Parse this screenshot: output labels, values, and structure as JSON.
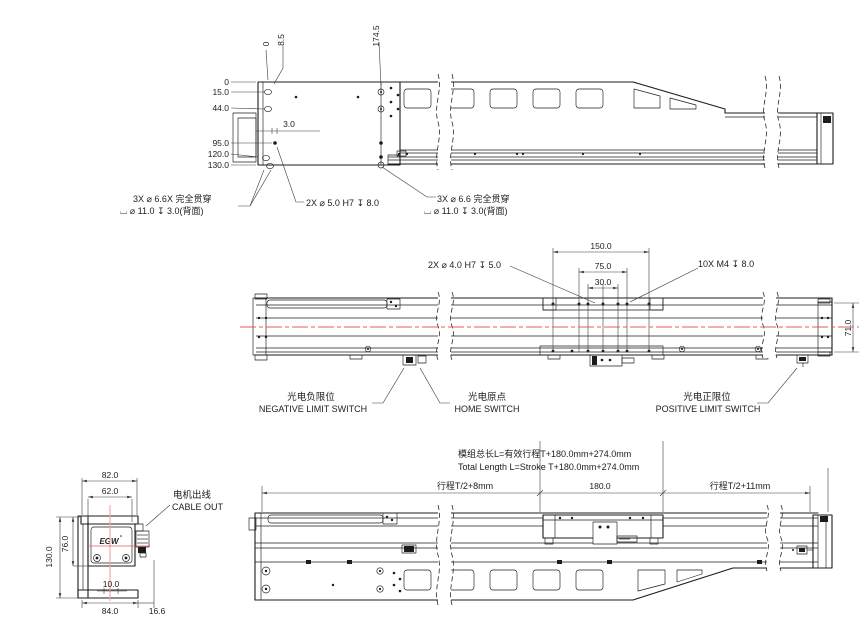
{
  "colors": {
    "line": "#1c1c1c",
    "dimension": "#3a3a3a",
    "centerline_red": "#e25c5c",
    "centerline_pink": "#f2a2a2"
  },
  "top_view": {
    "dim_top": [
      "0",
      "8.5",
      "174.5"
    ],
    "dim_left": [
      "0",
      "15.0",
      "44.0",
      "95.0",
      "120.0",
      "130.0"
    ],
    "dim_offset": "3.0",
    "note_left_line1": "3X ⌀ 6.6X 完全贯穿",
    "note_left_line2": "⌴ ⌀ 11.0 ↧ 3.0(背面)",
    "note_center": "2X ⌀ 5.0 H7 ↧ 8.0",
    "note_right_line1": "3X ⌀ 6.6 完全贯穿",
    "note_right_line2": "⌴ ⌀ 11.0 ↧ 3.0(背面)"
  },
  "plan_view": {
    "dim_150": "150.0",
    "dim_75": "75.0",
    "dim_30": "30.0",
    "dim_width": "71.0",
    "note_pin_holes": "2X ⌀ 4.0 H7 ↧ 5.0",
    "note_tapped_holes": "10X  M4 ↧ 8.0",
    "negative_switch_cn": "光电负限位",
    "negative_switch_en": "NEGATIVE LIMIT SWITCH",
    "home_switch_cn": "光电原点",
    "home_switch_en": "HOME SWITCH",
    "positive_switch_cn": "光电正限位",
    "positive_switch_en": "POSITIVE LIMIT SWITCH"
  },
  "bottom_view": {
    "length_note_cn": "模组总长L=有效行程T+180.0mm+274.0mm",
    "length_note_en": "Total Length L=Stroke T+180.0mm+274.0mm",
    "dim_left_stroke": "行程T/2+8mm",
    "dim_center": "180.0",
    "dim_right_stroke": "行程T/2+11mm"
  },
  "end_view": {
    "dim_82": "82.0",
    "dim_62": "62.0",
    "dim_130": "130.0",
    "dim_76": "76.0",
    "dim_10": "10.0",
    "dim_84": "84.0",
    "dim_16_6": "16.6",
    "cable_out_cn": "电机出线",
    "cable_out_en": "CABLE OUT",
    "logo": "EGW"
  }
}
